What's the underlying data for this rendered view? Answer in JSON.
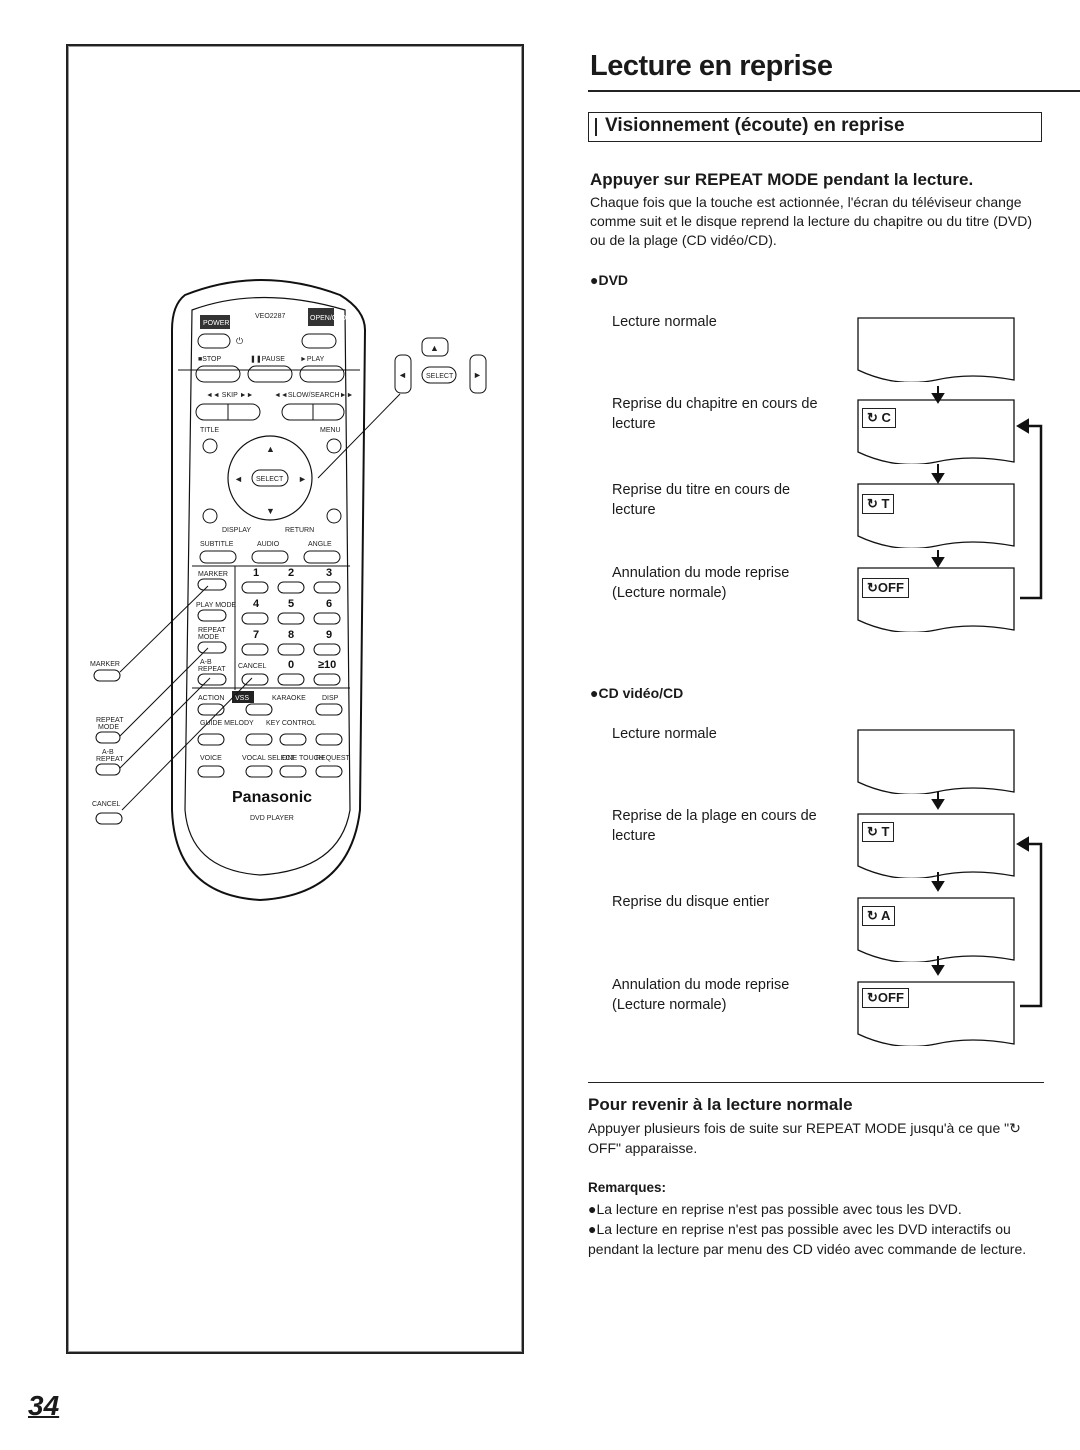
{
  "page": {
    "title": "Lecture en reprise",
    "section_title": "Visionnement (écoute) en reprise",
    "instruction_heading": "Appuyer sur REPEAT MODE pendant la lecture.",
    "instruction_body": "Chaque fois que la touche est actionnée, l'écran du téléviseur change comme suit et le disque reprend la lecture du chapitre ou du titre (DVD) ou de la plage (CD vidéo/CD).",
    "page_number": "34"
  },
  "dvd": {
    "label": "●DVD",
    "steps": [
      {
        "text": "Lecture normale",
        "icon": ""
      },
      {
        "text": "Reprise du chapitre en cours de lecture",
        "icon": "↻ C"
      },
      {
        "text": "Reprise du titre en cours de lecture",
        "icon": "↻ T"
      },
      {
        "text": "Annulation du mode reprise (Lecture normale)",
        "icon": "↻OFF"
      }
    ]
  },
  "cd": {
    "label": "●CD vidéo/CD",
    "steps": [
      {
        "text": "Lecture normale",
        "icon": ""
      },
      {
        "text": "Reprise de la plage en cours de lecture",
        "icon": "↻ T"
      },
      {
        "text": "Reprise du disque entier",
        "icon": "↻ A"
      },
      {
        "text": "Annulation du mode reprise (Lecture normale)",
        "icon": "↻OFF"
      }
    ]
  },
  "return_section": {
    "heading": "Pour revenir à la lecture normale",
    "body": "Appuyer plusieurs fois de suite sur REPEAT MODE jusqu'à ce que \"↻ OFF\" apparaisse."
  },
  "notes": {
    "heading": "Remarques:",
    "items": [
      "●La lecture en reprise n'est pas possible avec tous les DVD.",
      "●La lecture en reprise n'est pas possible avec les DVD interactifs ou pendant la lecture par menu des CD vidéo avec commande de lecture."
    ]
  },
  "remote": {
    "model": "VEO2287",
    "brand": "Panasonic",
    "product": "DVD PLAYER",
    "power": "POWER",
    "open_close": "OPEN/CLOSE",
    "stop": "■STOP",
    "pause": "❚❚PAUSE",
    "play": "►PLAY",
    "skip": "◄◄ SKIP ►►",
    "slow_search": "◄◄SLOW/SEARCH►►",
    "title": "TITLE",
    "menu": "MENU",
    "select": "SELECT",
    "display": "DISPLAY",
    "return": "RETURN",
    "subtitle": "SUBTITLE",
    "audio": "AUDIO",
    "angle": "ANGLE",
    "marker": "MARKER",
    "play_mode": "PLAY MODE",
    "repeat_mode": "REPEAT MODE",
    "ab_repeat": "A-B REPEAT",
    "cancel": "CANCEL",
    "action": "ACTION",
    "vss": "VSS",
    "karaoke": "KARAOKE",
    "disp": "DISP",
    "guide_melody": "GUIDE MELODY",
    "key_control": "KEY CONTROL",
    "voice": "VOICE",
    "vocal_select": "VOCAL SELECT",
    "one_touch": "ONE TOUCH",
    "request": "REQUEST",
    "digits": [
      "1",
      "2",
      "3",
      "4",
      "5",
      "6",
      "7",
      "8",
      "9",
      "0",
      "≥10"
    ],
    "callout_marker": "MARKER",
    "callout_repeat_mode": "REPEAT MODE",
    "callout_ab_repeat": "A-B REPEAT",
    "callout_cancel": "CANCEL"
  }
}
